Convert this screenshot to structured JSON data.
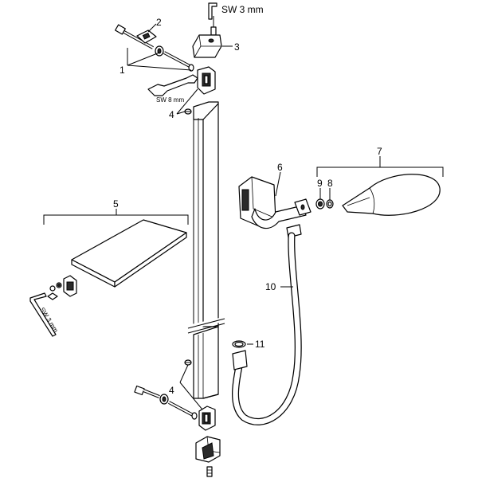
{
  "callouts": {
    "c1": "1",
    "c2": "2",
    "c3": "3",
    "c4_top": "4",
    "c4_bottom": "4",
    "c5": "5",
    "c6": "6",
    "c7": "7",
    "c8": "8",
    "c9": "9",
    "c10": "10",
    "c11": "11"
  },
  "tool_labels": {
    "hex_key_top": "SW 3 mm",
    "wrench": "SW 8 mm",
    "hex_key_left": "SW 3 mm"
  }
}
